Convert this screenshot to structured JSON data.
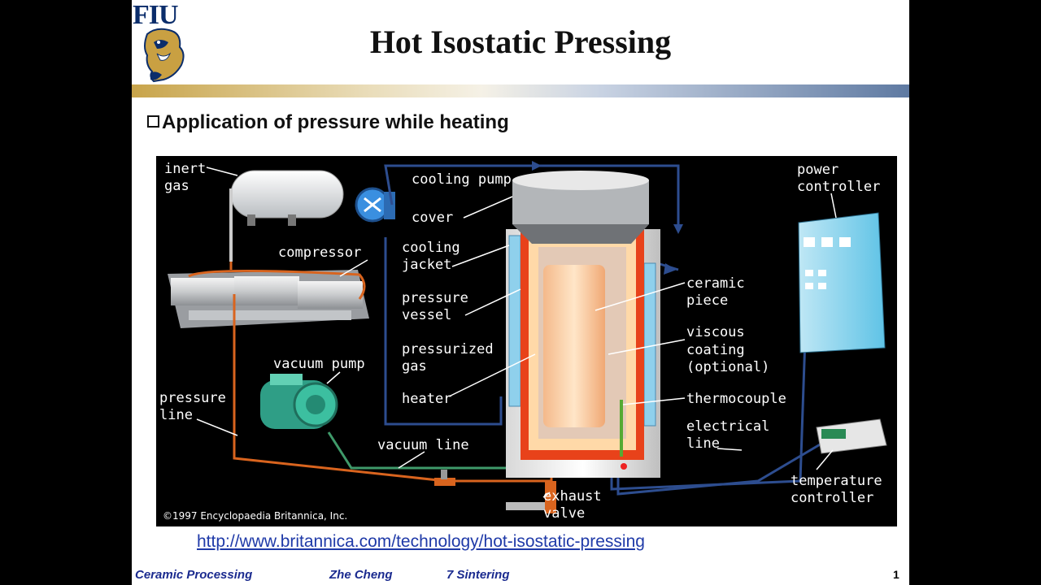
{
  "slide": {
    "logo_text": "FIU",
    "title": "Hot Isostatic Pressing",
    "bullet": "Application of pressure while heating",
    "link": "http://www.britannica.com/technology/hot-isostatic-pressing",
    "page_number": "1",
    "footer": {
      "course": "Ceramic Processing",
      "author": "Zhe Cheng",
      "topic": "7  Sintering"
    }
  },
  "diagram": {
    "labels": {
      "inert_gas_1": "inert",
      "inert_gas_2": "gas",
      "compressor": "compressor",
      "vacuum_pump": "vacuum pump",
      "pressure_line_1": "pressure",
      "pressure_line_2": "line",
      "cooling_pump": "cooling pump",
      "cover": "cover",
      "cooling_jacket_1": "cooling",
      "cooling_jacket_2": "jacket",
      "pressure_vessel_1": "pressure",
      "pressure_vessel_2": "vessel",
      "pressurized_gas_1": "pressurized",
      "pressurized_gas_2": "gas",
      "heater": "heater",
      "vacuum_line": "vacuum line",
      "exhaust_valve_1": "exhaust",
      "exhaust_valve_2": "valve",
      "ceramic_piece_1": "ceramic",
      "ceramic_piece_2": "piece",
      "viscous_coating_1": "viscous",
      "viscous_coating_2": "coating",
      "viscous_coating_3": "(optional)",
      "thermocouple": "thermocouple",
      "electrical_line_1": "electrical",
      "electrical_line_2": "line",
      "power_controller_1": "power",
      "power_controller_2": "controller",
      "temperature_controller_1": "temperature",
      "temperature_controller_2": "controller",
      "copyright": "©1997 Encyclopaedia Britannica, Inc."
    },
    "colors": {
      "pressure_line": "#d9641e",
      "vacuum_line": "#3f9a6a",
      "cooling_line": "#2d4d8f",
      "electrical_line": "#2d4d8f"
    }
  }
}
